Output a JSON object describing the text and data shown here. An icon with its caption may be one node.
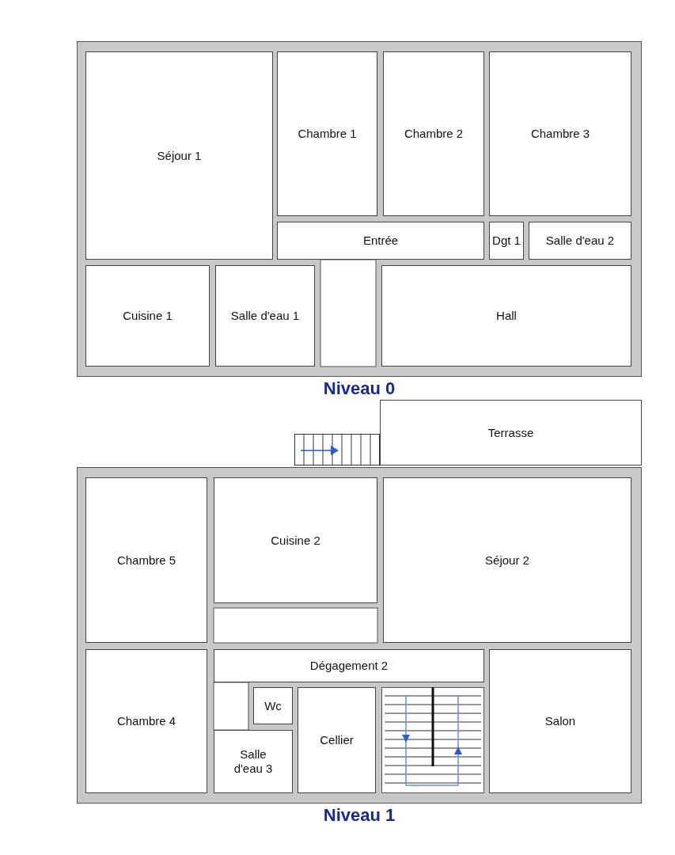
{
  "diagram": {
    "nodes": [
      {
        "text": [
          "Niveau 0"
        ]
      },
      {
        "text": [
          "Séjour 1"
        ],
        "in": 0
      },
      {
        "text": [
          "Chambre 1"
        ],
        "in": 0
      },
      {
        "text": [
          "Chambre 2"
        ],
        "in": 0
      },
      {
        "text": [
          "Chambre 3"
        ],
        "in": 0
      },
      {
        "text": [
          "Entrée"
        ],
        "in": 0
      },
      {
        "text": [
          "Dgt 1"
        ],
        "in": 0
      },
      {
        "text": [
          "Salle d'eau 2"
        ],
        "in": 0
      },
      {
        "text": [
          "Cuisine 1"
        ],
        "in": 0
      },
      {
        "text": [
          "Salle d'eau 1"
        ],
        "in": 0
      },
      {
        "text": [
          "Hall"
        ],
        "in": 0
      },
      {
        "text": [
          "Terrasse"
        ]
      },
      {
        "text": [
          "Niveau 1"
        ]
      },
      {
        "text": [
          "Cuisine 2"
        ],
        "in": 12
      },
      {
        "text": [
          "Séjour 2"
        ],
        "in": 12
      },
      {
        "text": [
          "Chambre 5"
        ],
        "in": 12
      },
      {
        "text": [
          "Dégagement 2"
        ],
        "in": 12
      },
      {
        "text": [
          "Chambre 4"
        ],
        "in": 12
      },
      {
        "text": [
          "Wc"
        ],
        "in": 12
      },
      {
        "text": [
          "Salle d'eau 3"
        ],
        "in": 12
      },
      {
        "text": [
          "Cellier"
        ],
        "in": 12
      },
      {
        "text": [
          "Salon"
        ],
        "in": 12
      }
    ],
    "edges": []
  }
}
